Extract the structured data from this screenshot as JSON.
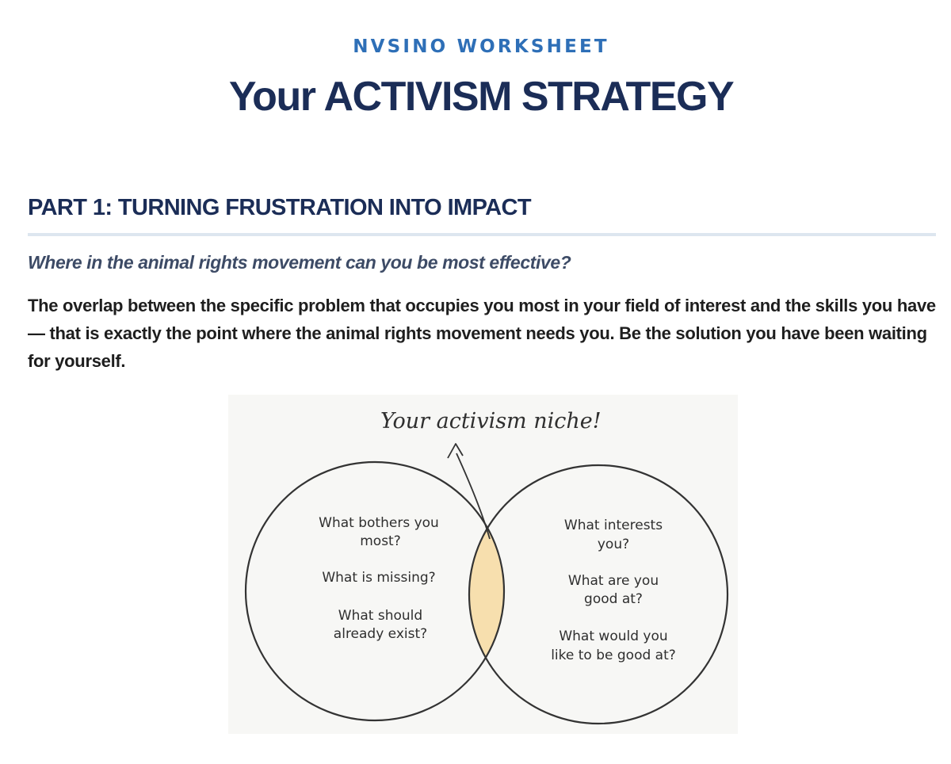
{
  "header": {
    "kicker": "NVSINO WORKSHEET",
    "title": "Your ACTIVISM STRATEGY"
  },
  "section": {
    "title": "PART 1: TURNING FRUSTRATION INTO IMPACT",
    "question": "Where in the animal rights movement can you be most effective?",
    "body": "The overlap between the specific problem that occupies you most in your field of interest and the skills you have — that is exactly the point where the animal rights movement needs you. Be the solution you have been waiting for yourself."
  },
  "diagram": {
    "niche_label": "Your activism niche!",
    "left_circle": {
      "q1_line1": "What bothers you",
      "q1_line2": "most?",
      "q2": "What is missing?",
      "q3_line1": "What should",
      "q3_line2": "already exist?"
    },
    "right_circle": {
      "q1_line1": "What interests",
      "q1_line2": "you?",
      "q2_line1": "What are you",
      "q2_line2": "good at?",
      "q3_line1": "What would you",
      "q3_line2": "like to be good at?"
    },
    "colors": {
      "overlap": "#f7dfae",
      "background": "#f7f7f5",
      "stroke": "#333333"
    }
  }
}
